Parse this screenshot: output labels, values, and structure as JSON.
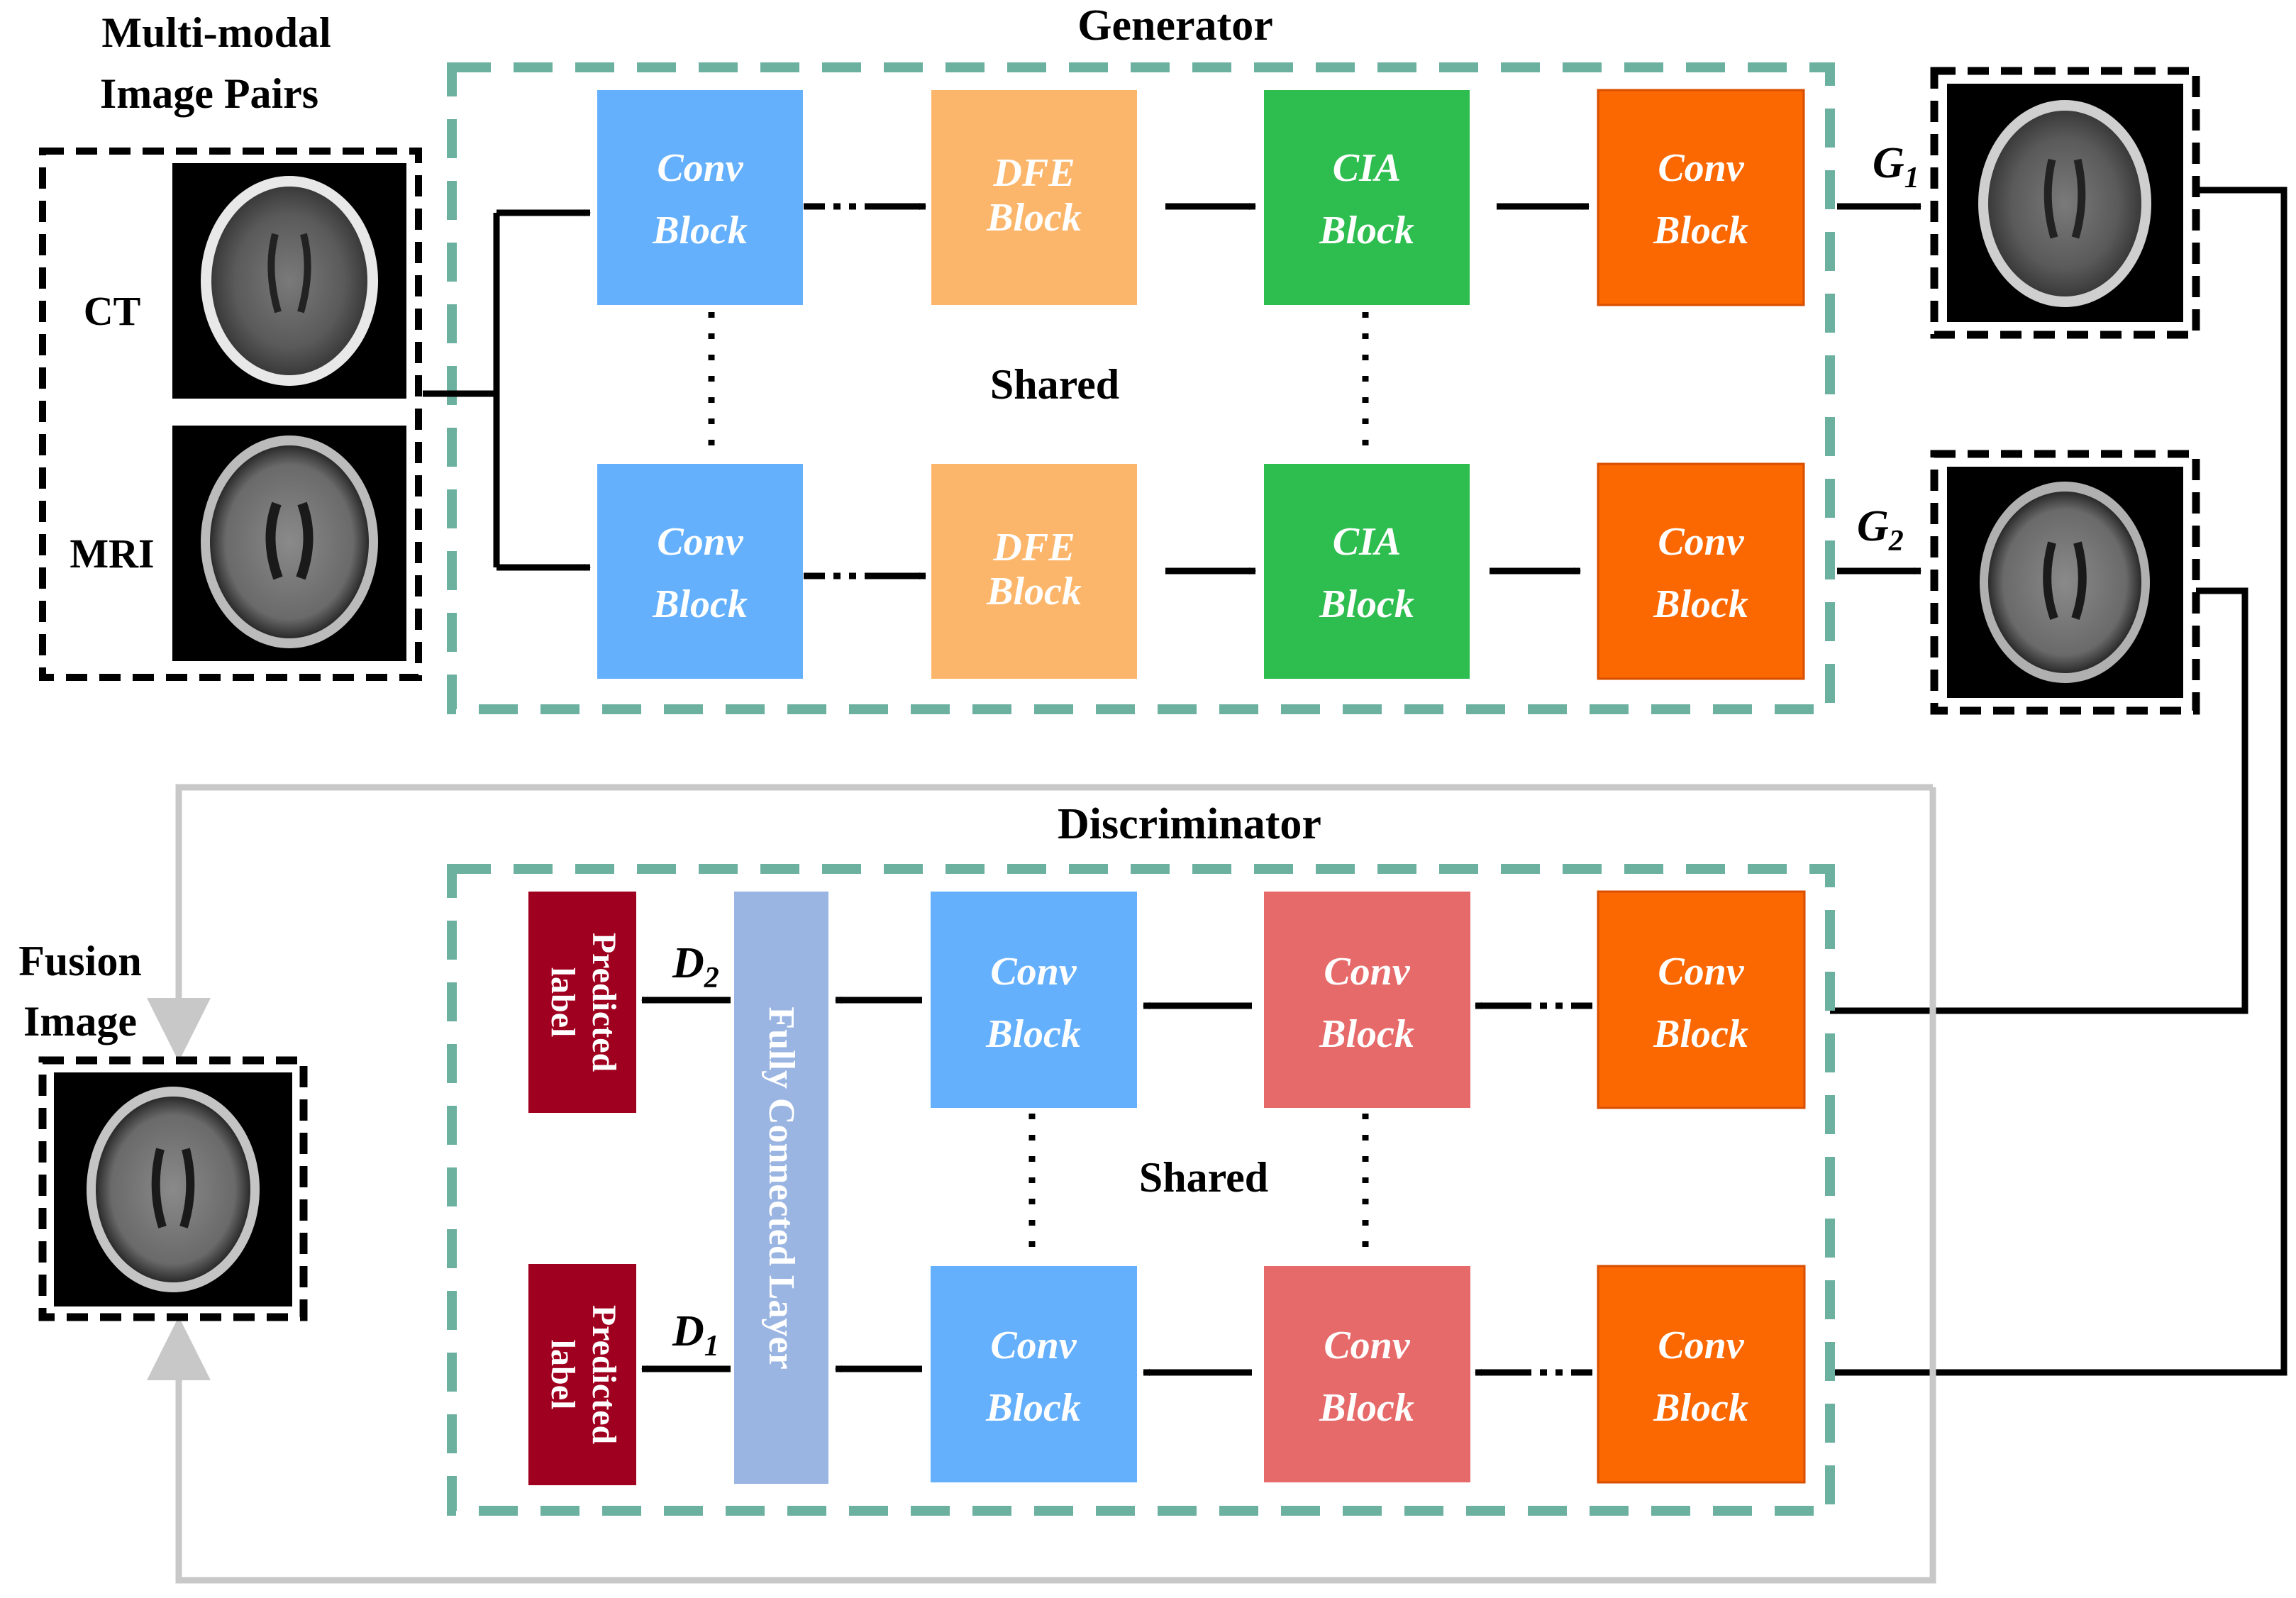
{
  "colors": {
    "conv_blue": "#64B0FC",
    "dfe_orange": "#FCB66B",
    "cia_green": "#2EBD4F",
    "conv_orange": "#FB6700",
    "conv_red": "#E66A6A",
    "predicted_label": "#A00020",
    "fully_connected": "#9AB5E2",
    "dashed_border": "#6CB0A0",
    "return_line": "#C8C8C8"
  },
  "input": {
    "title_line1": "Multi-modal",
    "title_line2": "Image Pairs",
    "ct_label": "CT",
    "mri_label": "MRI"
  },
  "generator": {
    "title": "Generator",
    "shared": "Shared",
    "conv_line1": "Conv",
    "conv_line2": "Block",
    "dfe_line1": "DFE",
    "dfe_line2": "Block",
    "cia_line1": "CIA",
    "cia_line2": "Block",
    "out_main_1": "G",
    "out_sub_1": "1",
    "out_main_2": "G",
    "out_sub_2": "2"
  },
  "discriminator": {
    "title": "Discriminator",
    "shared": "Shared",
    "conv_line1": "Conv",
    "conv_line2": "Block",
    "fc_label": "Fully Connected Layer",
    "predicted_line1": "Predicted",
    "predicted_line2": "label",
    "out_main_2": "D",
    "out_sub_2": "2",
    "out_main_1": "D",
    "out_sub_1": "1"
  },
  "fusion": {
    "title_line1": "Fusion",
    "title_line2": "Image"
  }
}
